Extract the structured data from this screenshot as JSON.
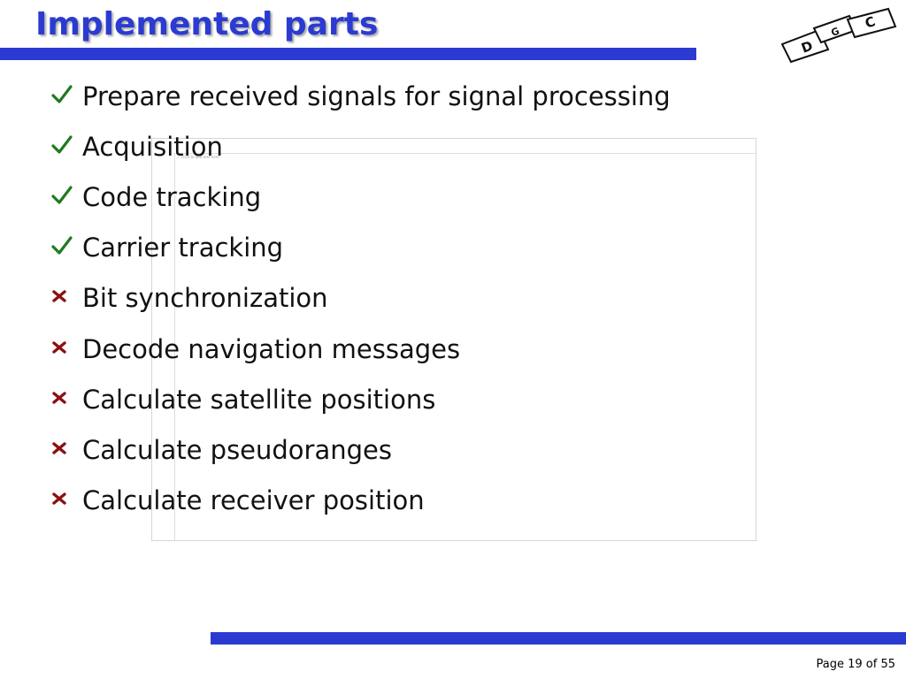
{
  "slide": {
    "title": "Implemented parts",
    "embedded_caption": "✓ Click to add text here",
    "items": [
      {
        "status": "done",
        "text": "Prepare received signals for signal processing"
      },
      {
        "status": "done",
        "text": "Acquisition"
      },
      {
        "status": "done",
        "text": "Code tracking"
      },
      {
        "status": "done",
        "text": "Carrier tracking"
      },
      {
        "status": "todo",
        "text": "Bit synchronization"
      },
      {
        "status": "todo",
        "text": "Decode navigation messages"
      },
      {
        "status": "todo",
        "text": "Calculate satellite positions"
      },
      {
        "status": "todo",
        "text": "Calculate pseudoranges"
      },
      {
        "status": "todo",
        "text": "Calculate receiver position"
      }
    ],
    "page_label": "Page 19 of 55",
    "logo_letters": [
      "D",
      "G",
      "C"
    ]
  },
  "colors": {
    "accent": "#2b3bd1",
    "check": "#1f7a1f",
    "cross": "#8b1010"
  },
  "icons": {
    "done": "check-mark-icon",
    "todo": "cross-mark-icon"
  }
}
